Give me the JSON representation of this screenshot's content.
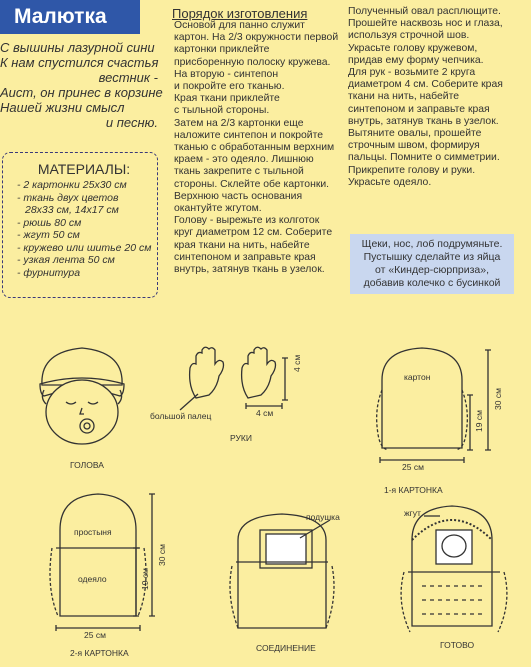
{
  "title": "Малютка",
  "poem": [
    {
      "text": "С вышины лазурной сини",
      "align": "left"
    },
    {
      "text": "К нам спустился счастья",
      "align": "left"
    },
    {
      "text": "вестник -",
      "align": "right"
    },
    {
      "text": "Аист, он принес в корзине",
      "align": "left"
    },
    {
      "text": "Нашей жизни смысл",
      "align": "left"
    },
    {
      "text": "и песню.",
      "align": "right"
    }
  ],
  "materials": {
    "title": "МАТЕРИАЛЫ:",
    "items": [
      "- 2 картонки 25х30 см",
      "- ткань двух цветов",
      "  28х33 см, 14х17 см",
      "- рюшь 80 см",
      "- жгут 50 см",
      "- кружево или шитье 20 см",
      "- узкая лента 50 см",
      "- фурнитура"
    ]
  },
  "instructions_title": "Порядок изготовления",
  "column1": [
    "Основой для панно служит",
    "картон. На 2/3 окружности первой",
    "картонки приклейте",
    "присборенную полоску кружева.",
    "На вторую - синтепон",
    "и покройте его тканью.",
    "Края ткани приклейте",
    "с тыльной стороны.",
    "Затем на 2/3 картонки еще",
    "наложите синтепон и покройте",
    "тканью с обработанным верхним",
    "краем - это одеяло. Лишнюю",
    "ткань закрепите с тыльной",
    "стороны. Склейте обе картонки.",
    "Верхнюю часть основания",
    "окантуйте жгутом.",
    "Голову - вырежьте из колготок",
    "круг диаметром 12 см. Соберите",
    "края ткани на нить, набейте",
    "синтепоном и заправьте края",
    "внутрь, затянув ткань в узелок."
  ],
  "column2": [
    "Полученный овал расплющите.",
    "Прошейте насквозь нос и глаза,",
    "используя строчной шов.",
    "Украсьте голову кружевом,",
    "придав ему форму чепчика.",
    "Для рук - возьмите 2 круга",
    "диаметром 4 см. Соберите края",
    "ткани на нить, набейте",
    "синтепоном и заправьте края",
    "внутрь, затянув ткань в узелок.",
    "Вытяните овалы, прошейте",
    "строчным швом, формируя",
    "пальцы. Помните о симметрии.",
    "Прикрепите голову и руки.",
    "Украсьте одеяло."
  ],
  "note": [
    "Щеки, нос, лоб подрумяньте.",
    "Пустышку сделайте из яйца",
    "от «Киндер-сюрприза»,",
    "добавив колечко с бусинкой"
  ],
  "diagram_labels": {
    "head": "ГОЛОВА",
    "hands": "РУКИ",
    "thumb": "большой палец",
    "hands_h": "4 см",
    "hands_w": "4 см",
    "card1": "1-я КАРТОНКА",
    "cardboard": "картон",
    "c1_30": "30 см",
    "c1_19": "19 см",
    "c1_25": "25 см",
    "card2": "2-я КАРТОНКА",
    "sheet": "простыня",
    "blanket": "одеяло",
    "c2_30": "30 см",
    "c2_19": "19 см",
    "c2_25": "25 см",
    "pillow": "подушка",
    "joining": "СОЕДИНЕНИЕ",
    "cord": "жгут",
    "done": "ГОТОВО"
  }
}
